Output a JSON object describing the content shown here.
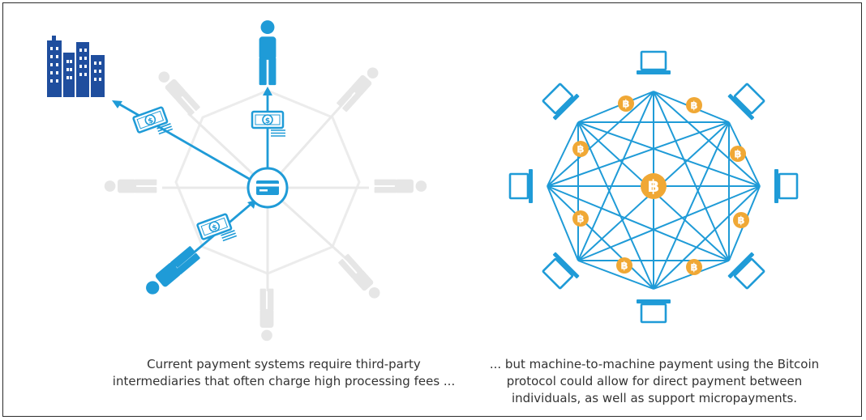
{
  "left_caption": {
    "lines": [
      "Current payment systems require third-party",
      "intermediaries that often charge high processing fees ..."
    ]
  },
  "right_caption": {
    "lines": [
      "... but machine-to-machine payment using the Bitcoin",
      "protocol could allow for direct payment between",
      "individuals, as well as support micropayments."
    ]
  },
  "bitcoin_symbol": "฿",
  "currency_symbol": "$",
  "colors": {
    "primary_blue": "#1f9bd7",
    "dark_blue": "#1f4e9e",
    "faded_gray": "#e6e6e6",
    "bitcoin_orange": "#f0a835"
  }
}
